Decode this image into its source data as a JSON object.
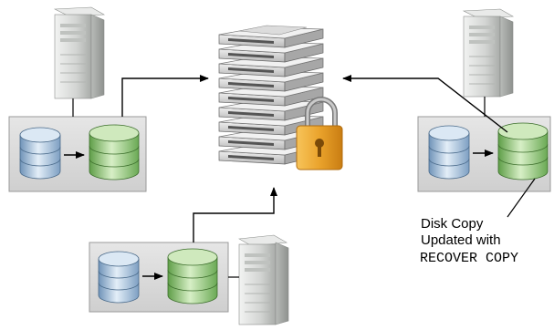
{
  "annotation": {
    "line1": "Disk Copy",
    "line2": "Updated with",
    "command": "RECOVER COPY"
  },
  "colors": {
    "panel": "#dcdcdc",
    "panel_border": "#9a9a9a",
    "disk_blue": "#a9c9e6",
    "disk_green": "#a8d48e",
    "server_body": "#d4d6d4",
    "lock_gold": "#e9a531",
    "arrow": "#000000"
  },
  "icons": [
    "server-icon",
    "database-icon",
    "storage-array-icon",
    "padlock-icon"
  ]
}
